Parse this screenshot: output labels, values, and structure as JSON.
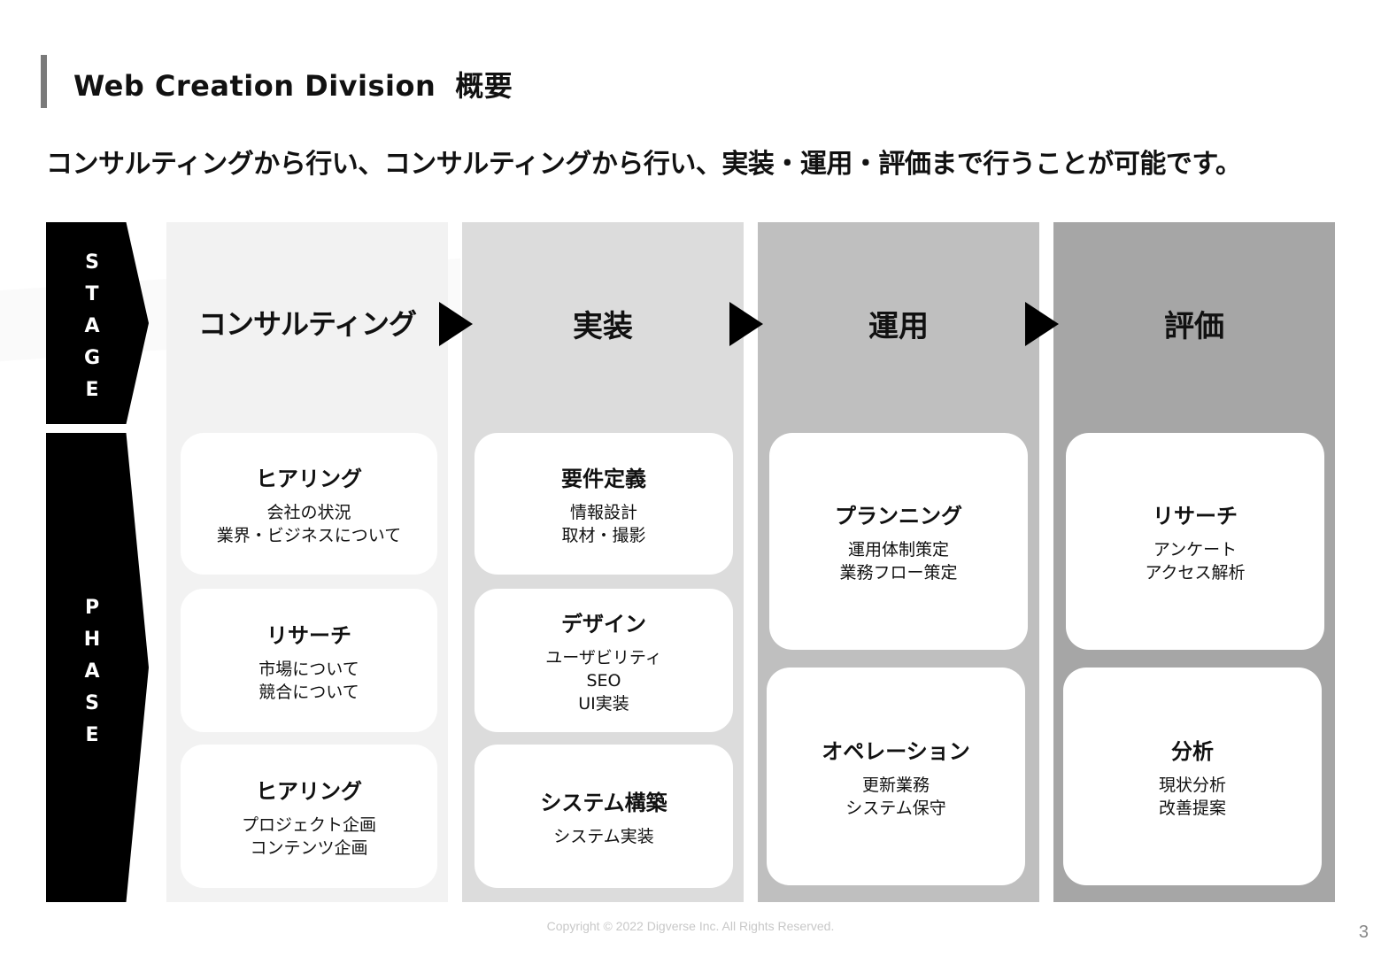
{
  "header": {
    "title": "Web Creation Division",
    "title_jp": "概要"
  },
  "subtitle": "コンサルティングから行い、コンサルティングから行い、実装・運用・評価まで行うことが可能です。",
  "side": {
    "stage": [
      "S",
      "T",
      "A",
      "G",
      "E"
    ],
    "phase": [
      "P",
      "H",
      "A",
      "S",
      "E"
    ]
  },
  "stages": [
    {
      "title": "コンサルティング",
      "cards": [
        {
          "heading": "ヒアリング",
          "lines": [
            "会社の状況",
            "業界・ビジネスについて"
          ]
        },
        {
          "heading": "リサーチ",
          "lines": [
            "市場について",
            "競合について"
          ]
        },
        {
          "heading": "ヒアリング",
          "lines": [
            "プロジェクト企画",
            "コンテンツ企画"
          ]
        }
      ]
    },
    {
      "title": "実装",
      "cards": [
        {
          "heading": "要件定義",
          "lines": [
            "情報設計",
            "取材・撮影"
          ]
        },
        {
          "heading": "デザイン",
          "lines": [
            "ユーザビリティ",
            "SEO",
            "UI実装"
          ]
        },
        {
          "heading": "システム構築",
          "lines": [
            "システム実装"
          ]
        }
      ]
    },
    {
      "title": "運用",
      "cards": [
        {
          "heading": "プランニング",
          "lines": [
            "運用体制策定",
            "業務フロー策定"
          ]
        },
        {
          "heading": "オペレーション",
          "lines": [
            "更新業務",
            "システム保守"
          ]
        }
      ]
    },
    {
      "title": "評価",
      "cards": [
        {
          "heading": "リサーチ",
          "lines": [
            "アンケート",
            "アクセス解析"
          ]
        },
        {
          "heading": "分析",
          "lines": [
            "現状分析",
            "改善提案"
          ]
        }
      ]
    }
  ],
  "footer": {
    "copyright": "Copyright © 2022 Digverse Inc.  All Rights  Reserved.",
    "page_number": "3"
  }
}
